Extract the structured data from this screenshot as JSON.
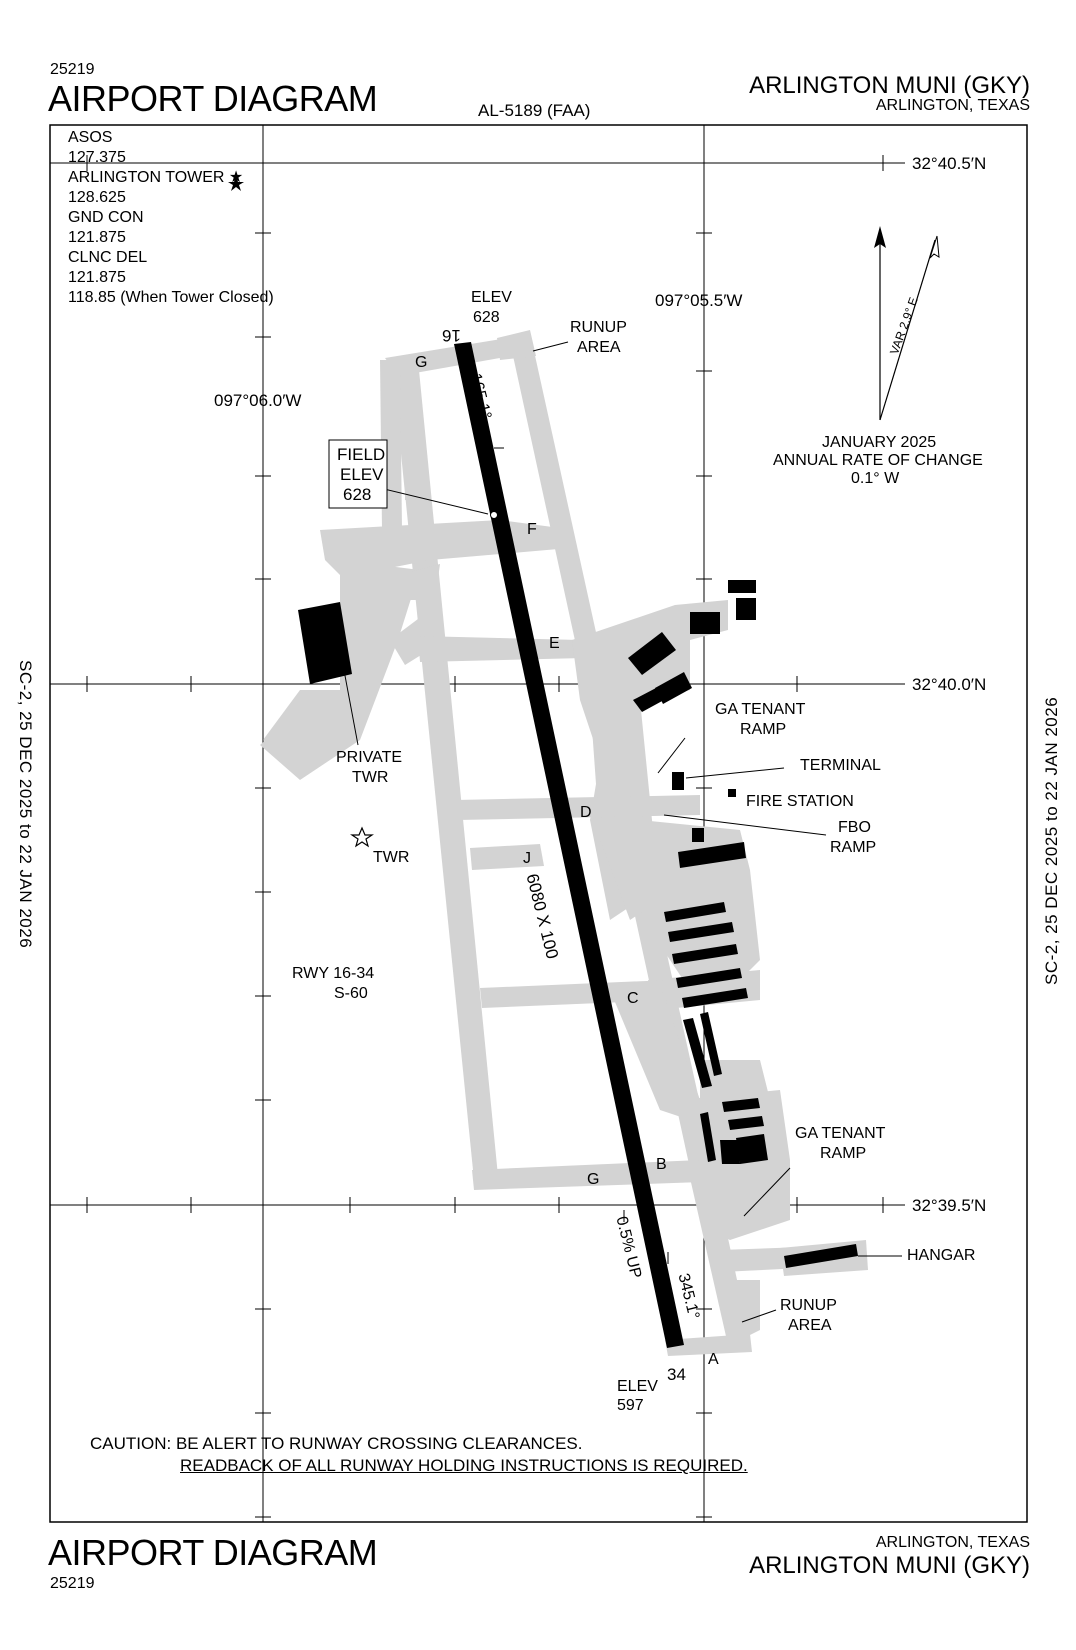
{
  "header": {
    "code_top": "25219",
    "title_top": "AIRPORT DIAGRAM",
    "doc_id": "AL-5189 (FAA)",
    "airport_name": "ARLINGTON MUNI (GKY)",
    "airport_city": "ARLINGTON, TEXAS"
  },
  "footer": {
    "title_bottom": "AIRPORT DIAGRAM",
    "code_bottom": "25219",
    "airport_city": "ARLINGTON, TEXAS",
    "airport_name": "ARLINGTON MUNI (GKY)"
  },
  "effective_dates": {
    "left": "SC-2, 25 DEC 2025 to 22 JAN 2026",
    "right": "SC-2, 25 DEC 2025 to 22 JAN 2026"
  },
  "frequencies": [
    "ASOS",
    "127.375",
    "ARLINGTON TOWER ★",
    "128.625",
    "GND CON",
    "121.875",
    "CLNC DEL",
    "121.875",
    "118.85 (When Tower Closed)"
  ],
  "coordinates": {
    "lat_top": "32°40.5′N",
    "lat_mid": "32°40.0′N",
    "lat_bottom": "32°39.5′N",
    "lon_east": "097°05.5′W",
    "lon_west": "097°06.0′W"
  },
  "magnetic": {
    "var_label": "VAR 2.9° E",
    "date_label": "JANUARY 2025",
    "rate_label": "ANNUAL RATE OF CHANGE",
    "rate_value": "0.1° W"
  },
  "runway": {
    "designator_north": "16",
    "designator_south": "34",
    "elev_north_label": "ELEV",
    "elev_north": "628",
    "elev_south_label": "ELEV",
    "elev_south": "597",
    "heading_north": "165.1°",
    "heading_south": "345.1°",
    "dimensions": "6080 X 100",
    "gradient": "0.5% UP",
    "rwy_label": "RWY 16-34",
    "strength": "S-60"
  },
  "field_elev": {
    "line1": "FIELD",
    "line2": "ELEV",
    "value": "628"
  },
  "taxiways": [
    "G",
    "F",
    "E",
    "D",
    "J",
    "C",
    "G",
    "B",
    "A"
  ],
  "labels": {
    "runup_north_1": "RUNUP",
    "runup_north_2": "AREA",
    "runup_south_1": "RUNUP",
    "runup_south_2": "AREA",
    "private_twr_1": "PRIVATE",
    "private_twr_2": "TWR",
    "twr": "TWR",
    "ga_tenant_ramp_n_1": "GA TENANT",
    "ga_tenant_ramp_n_2": "RAMP",
    "terminal": "TERMINAL",
    "fire_station": "FIRE STATION",
    "fbo_ramp_1": "FBO",
    "fbo_ramp_2": "RAMP",
    "ga_tenant_ramp_s_1": "GA TENANT",
    "ga_tenant_ramp_s_2": "RAMP",
    "hangar": "HANGAR"
  },
  "caution": {
    "line1": "CAUTION: BE ALERT TO RUNWAY CROSSING CLEARANCES.",
    "line2": "READBACK OF ALL RUNWAY HOLDING INSTRUCTIONS IS REQUIRED."
  },
  "colors": {
    "pavement": "#d3d3d3",
    "ink": "#000000",
    "background": "#ffffff"
  }
}
